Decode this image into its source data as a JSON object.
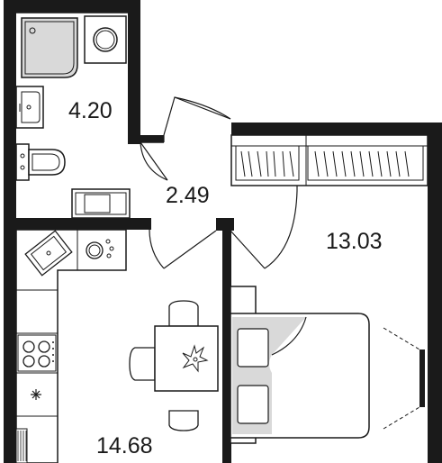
{
  "rooms": [
    {
      "key": "bathroom",
      "area": "4.20"
    },
    {
      "key": "hallway",
      "area": "2.49"
    },
    {
      "key": "bedroom",
      "area": "13.03"
    },
    {
      "key": "kitchen",
      "area": "14.68"
    }
  ],
  "colors": {
    "wall": "#1a1a1a",
    "fixture_fill": "#d9d9d9",
    "floor": "#ffffff"
  },
  "icons": [
    "shower-corner-icon",
    "washing-machine-icon",
    "sink-icon",
    "toilet-icon",
    "sink-icon",
    "stove-icon",
    "fan-icon",
    "plant-icon",
    "tv-icon"
  ]
}
